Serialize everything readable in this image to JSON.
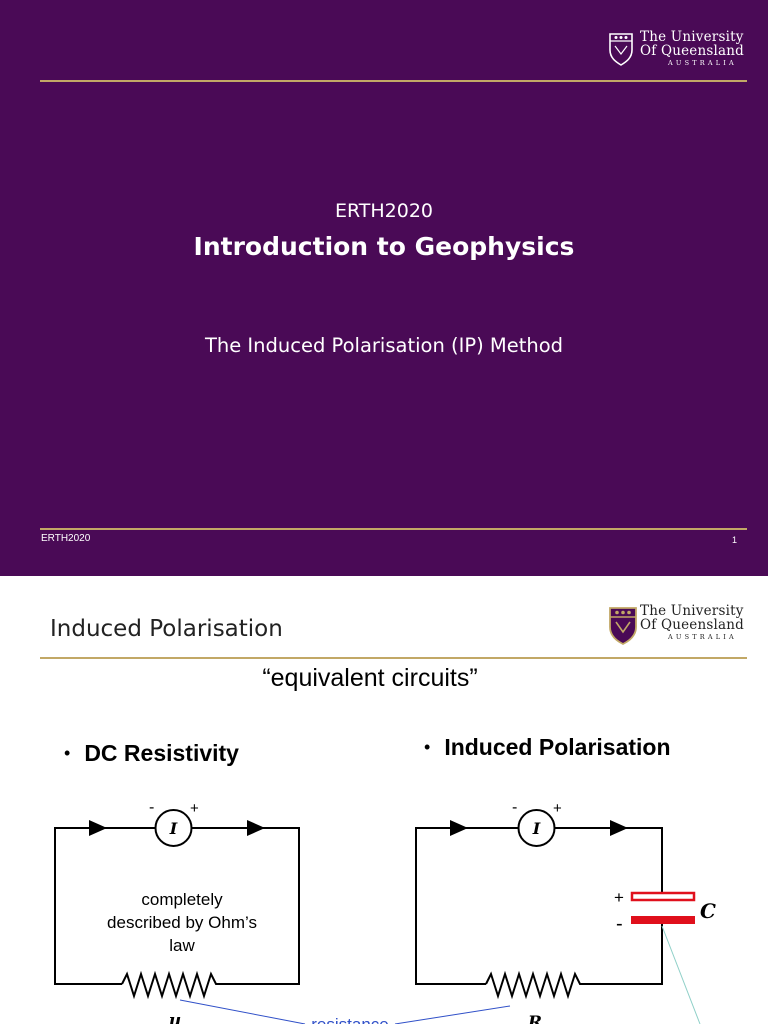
{
  "slide1": {
    "logo": {
      "line1": "The University",
      "line2": "Of Queensland",
      "line3": "AUSTRALIA"
    },
    "course_code": "ERTH2020",
    "title": "Introduction to Geophysics",
    "subtitle": "The Induced Polarisation (IP) Method",
    "footer_left": "ERTH2020",
    "page_number": "1"
  },
  "slide2": {
    "logo": {
      "line1": "The University",
      "line2": "Of Queensland",
      "line3": "AUSTRALIA"
    },
    "heading": "Induced Polarisation",
    "subheading": "“equivalent circuits”",
    "bullet_left": "DC Resistivity",
    "bullet_right": "Induced Polarisation",
    "left_circuit": {
      "meter_symbol": "I",
      "minus": "-",
      "plus": "+",
      "text_line1": "completely",
      "text_line2": "described by Ohm’s",
      "text_line3": "law",
      "bottom_label": "u"
    },
    "right_circuit": {
      "meter_symbol": "I",
      "minus": "-",
      "plus": "+",
      "cap_plus": "+",
      "cap_minus": "-",
      "cap_label": "C",
      "bottom_label": "R"
    },
    "resistance_label": "resistance"
  },
  "colors": {
    "purple": "#4a0a56",
    "gold": "#c2a866",
    "capacitor_red": "#e0101c",
    "annotation_blue": "#3050c8"
  }
}
